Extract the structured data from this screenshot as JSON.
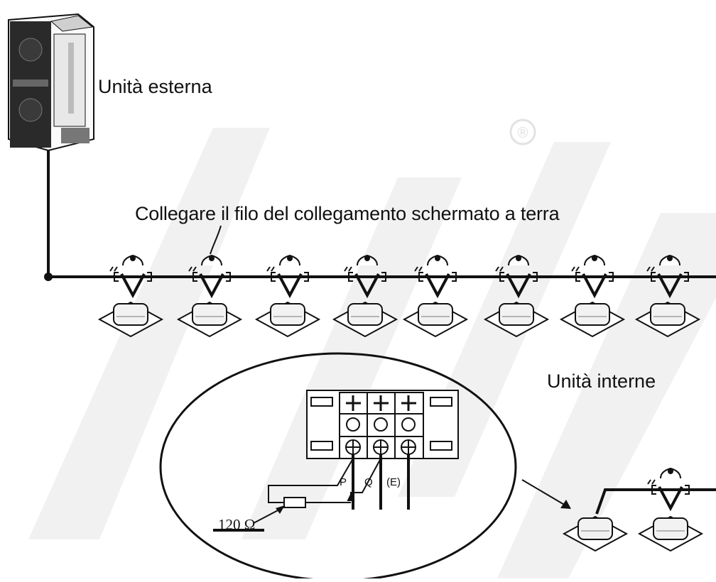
{
  "labels": {
    "outdoor_unit": "Unità esterna",
    "ground_instruction": "Collegare il filo del collegamento schermato a terra",
    "indoor_units": "Unità interne",
    "resistor": "120 Ω",
    "terminal_p": "P",
    "terminal_q": "Q",
    "terminal_e": "(E)"
  },
  "watermark": {
    "symbol": "®",
    "color": "#e6e6e6"
  },
  "colors": {
    "line": "#111111",
    "unit_fill": "#f2f2f2",
    "watermark": "#ececec"
  },
  "indoor_unit_count": 8
}
